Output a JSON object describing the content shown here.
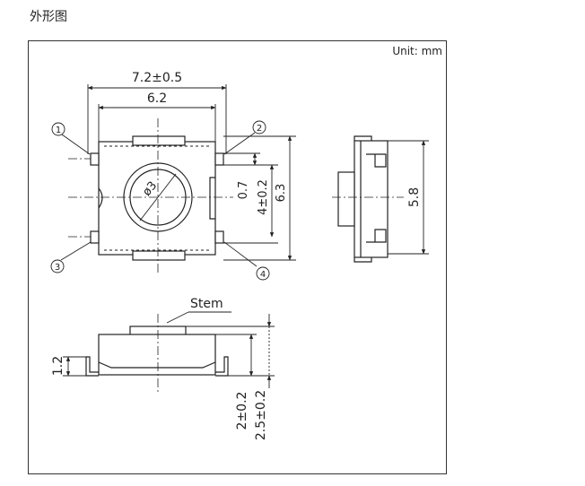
{
  "heading": "外形图",
  "unit_label": "Unit: mm",
  "dimensions": {
    "overall_width": "7.2±0.5",
    "body_width": "6.2",
    "button_diameter": "ø3",
    "pin_offset": "0.7",
    "pin_pitch": "4±0.2",
    "body_height": "6.3",
    "side_height": "5.8",
    "base_height": "1.2",
    "stem_height_1": "2±0.2",
    "stem_height_2": "2.5±0.2"
  },
  "labels": {
    "stem": "Stem",
    "terminal_1": "1",
    "terminal_2": "2",
    "terminal_3": "3",
    "terminal_4": "4"
  }
}
